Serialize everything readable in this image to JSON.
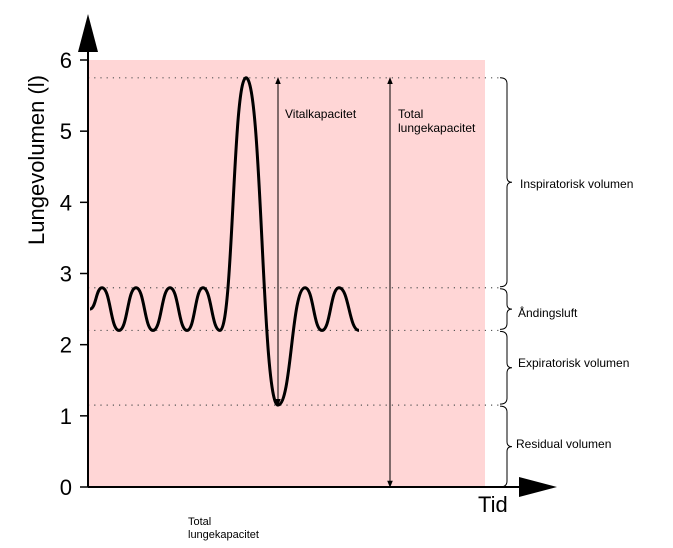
{
  "colors": {
    "plot_background": "#ffd6d6",
    "curve": "#000000",
    "axis": "#000000"
  },
  "chart_data": {
    "type": "line",
    "title": "",
    "xlabel": "Tid",
    "ylabel": "Lungevolumen (l)",
    "ylim": [
      0,
      6
    ],
    "yticks": [
      "0",
      "1",
      "2",
      "3",
      "4",
      "5",
      "6"
    ],
    "levels": {
      "tlc": 5.75,
      "tidal_top": 2.8,
      "tidal_bottom": 2.2,
      "rv": 1.15
    },
    "series": [
      {
        "values": [
          2.5,
          2.8,
          2.2,
          2.8,
          2.2,
          2.8,
          2.2,
          2.8,
          2.2,
          5.75,
          1.15,
          2.8,
          2.2,
          2.8,
          2.2
        ]
      }
    ],
    "annotations": {
      "vital_capacity": "Vitalkapacitet",
      "total_lung_capacity_line1": "Total",
      "total_lung_capacity_line2": "lungekapacitet"
    },
    "brackets": {
      "inspiratory": "Inspiratorisk volumen",
      "tidal": "Åndingsluft",
      "expiratory": "Expiratorisk volumen",
      "residual": "Residual volumen"
    }
  },
  "footer": {
    "line1": "Total",
    "line2": "lungekapacitet"
  }
}
